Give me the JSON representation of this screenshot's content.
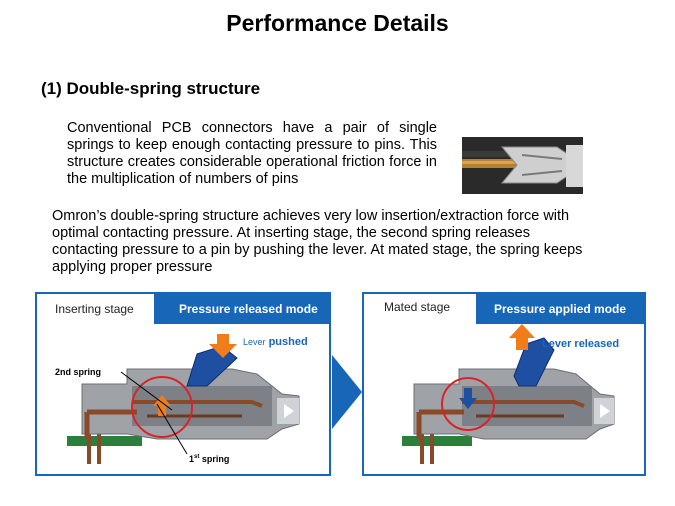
{
  "title": "Performance Details",
  "section_heading": "(1) Double-spring structure",
  "paragraph1": "Conventional PCB connectors have a pair of single springs to keep enough contacting pressure to pins. This structure creates considerable operational friction force in the multiplication of numbers of pins",
  "paragraph2": "Omron’s double-spring structure achieves very low insertion/extraction force with optimal contacting pressure. At inserting stage, the second spring releases contacting pressure to a pin by pushing the lever. At mated stage, the spring keeps applying proper pressure",
  "panels": {
    "inserting": {
      "stage": "Inserting stage",
      "mode": "Pressure released mode",
      "lever_prefix": "Lever",
      "lever_action": "pushed",
      "second_spring": "2nd spring",
      "first_spring_num": "1",
      "first_spring_sup": "st",
      "first_spring_word": "spring"
    },
    "mated": {
      "stage": "Mated stage",
      "mode": "Pressure applied mode",
      "lever_label": "Lever released"
    }
  },
  "colors": {
    "accent_blue": "#1766b8",
    "arrow_orange": "#f07c1a",
    "highlight_red": "#d9232a",
    "pcb_green": "#2e7d3a"
  }
}
